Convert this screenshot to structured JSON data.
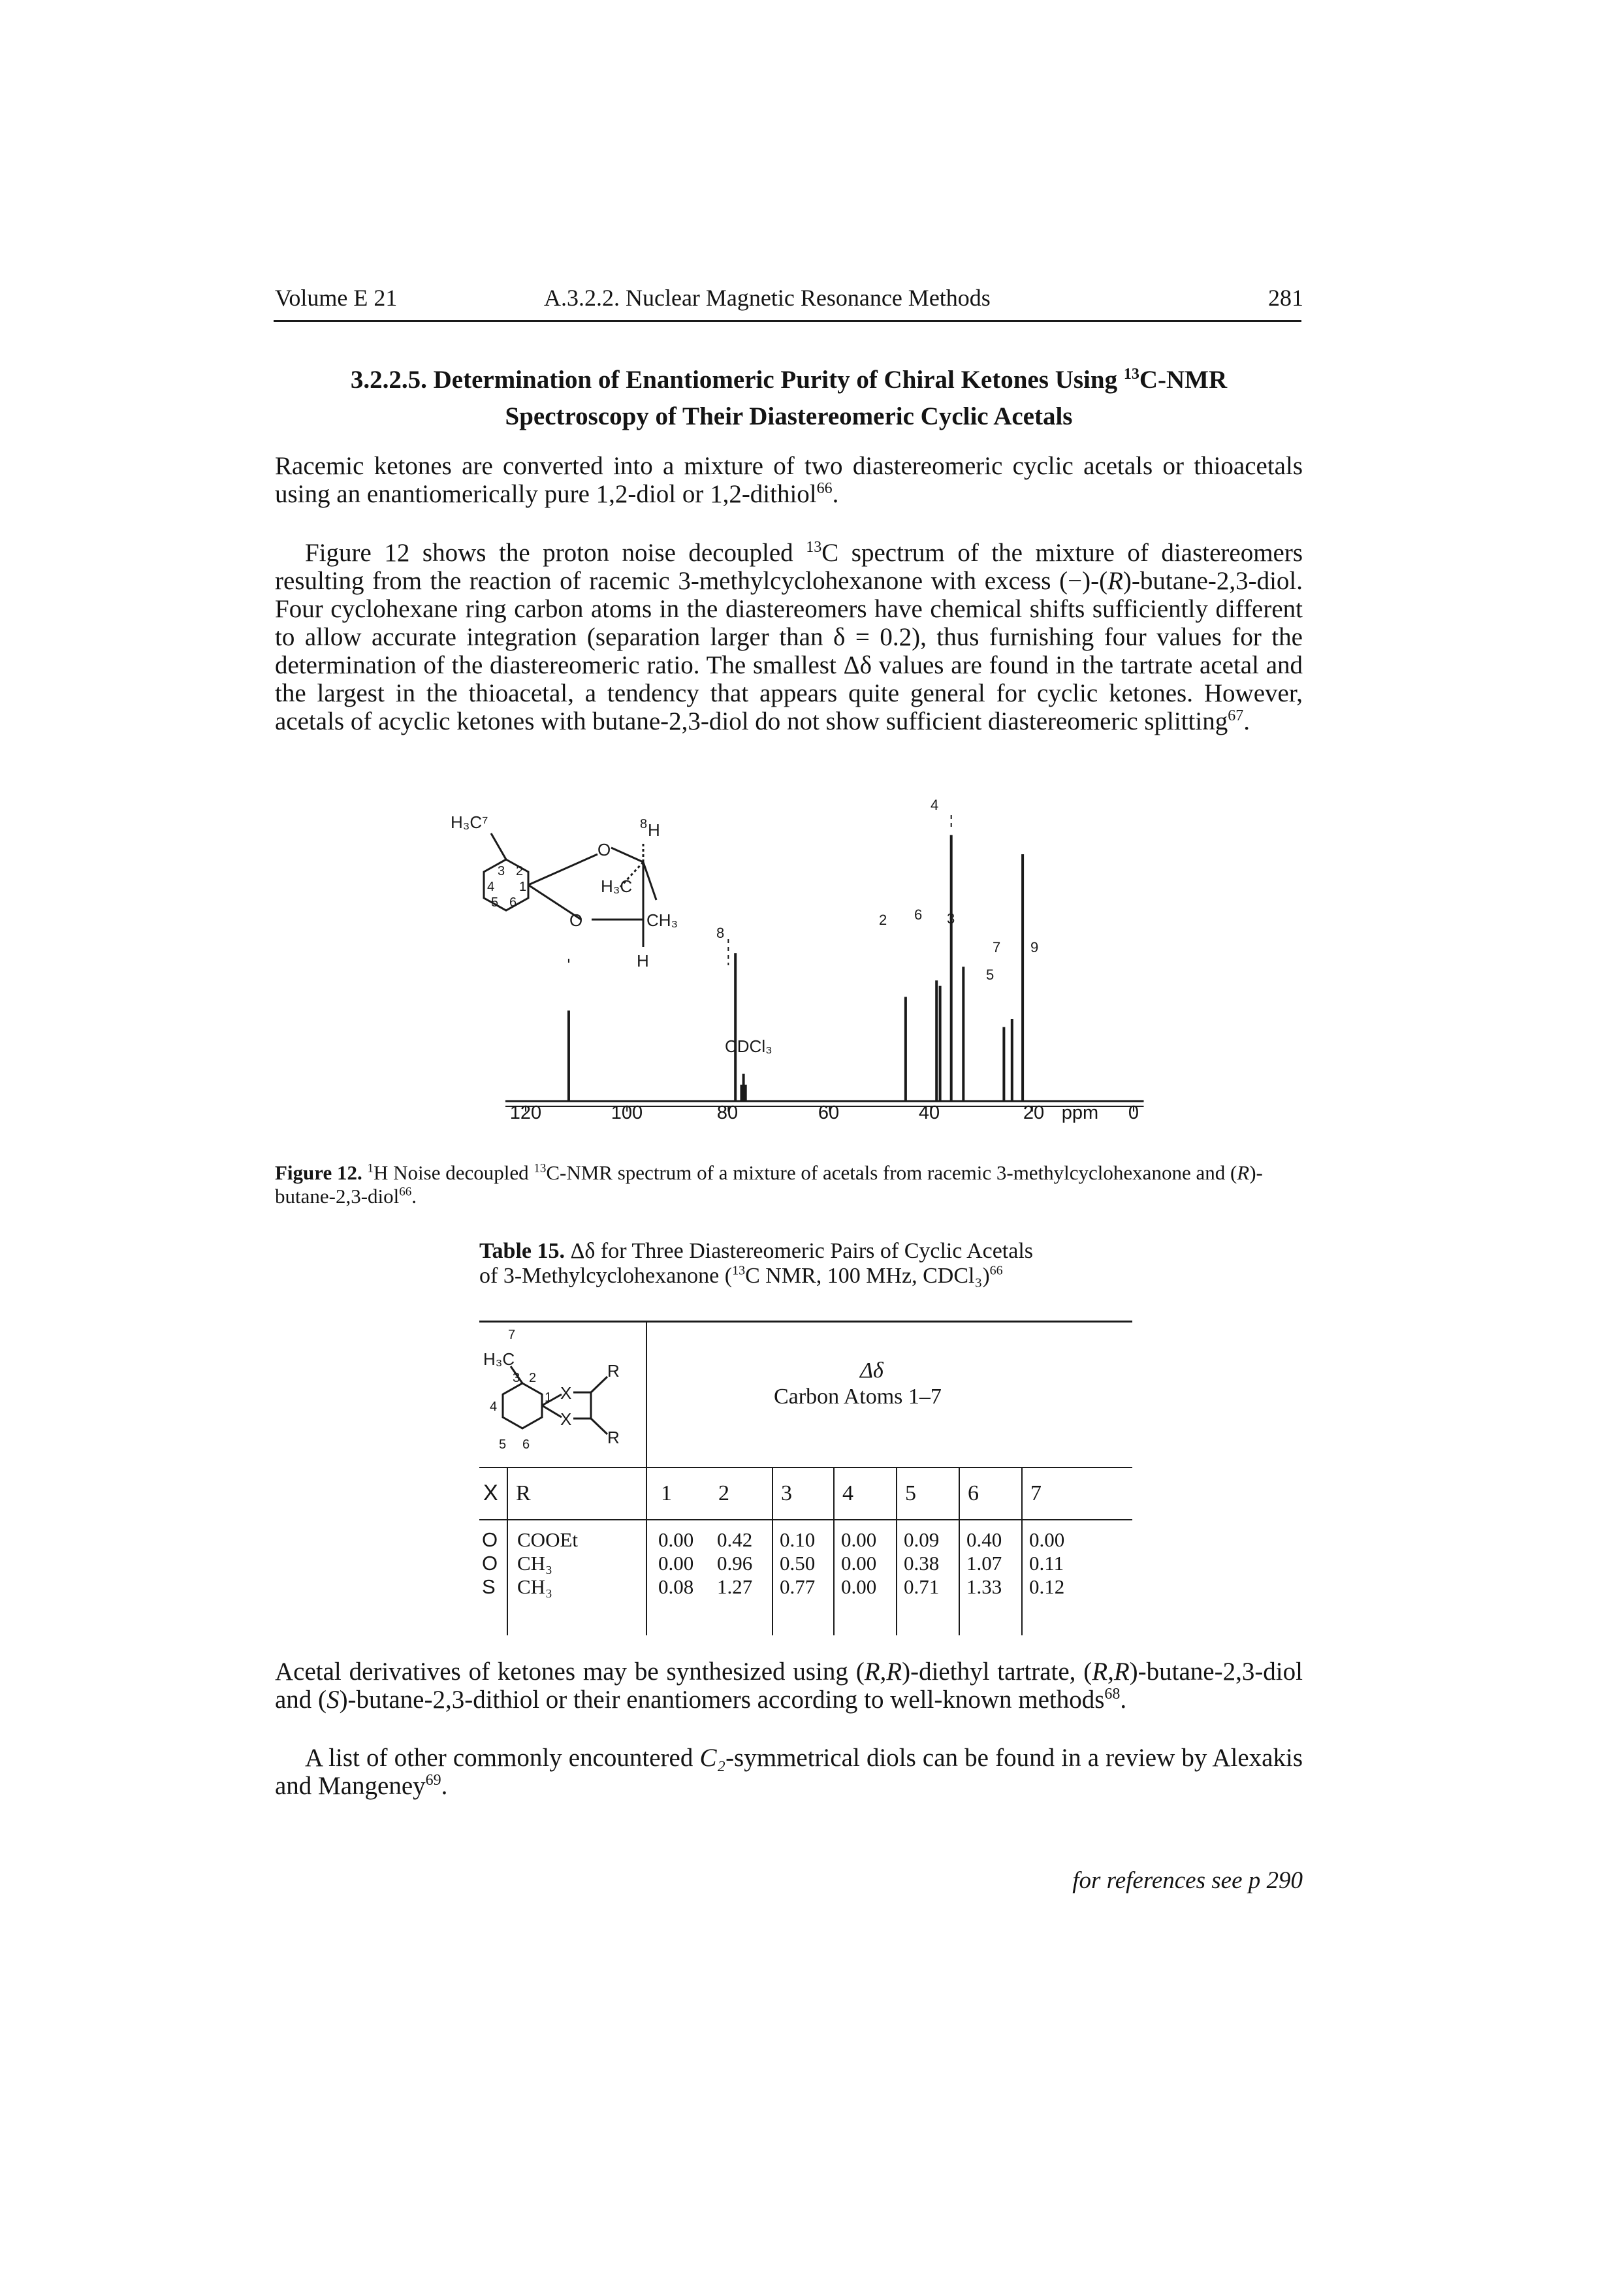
{
  "header": {
    "volume": "Volume E 21",
    "section": "A.3.2.2. Nuclear Magnetic Resonance Methods",
    "page_number": "281"
  },
  "section_heading": {
    "number": "3.2.2.5.",
    "title_a": "Determination of Enantiomeric Purity of Chiral Ketones Using ",
    "sup": "13",
    "title_b": "C-NMR",
    "title_c": "Spectroscopy of Their Diastereomeric Cyclic Acetals"
  },
  "paragraph1": {
    "text": "Racemic ketones are converted into a mixture of two diastereomeric cyclic acetals or thioacetals using an enantiomerically pure 1,2-diol or 1,2-dithiol",
    "ref": "66",
    "end": "."
  },
  "paragraph2": {
    "a": "Figure 12 shows the proton noise decoupled ",
    "sup": "13",
    "b": "C spectrum of the mixture of diastereomers resulting from the reaction of racemic 3-methylcyclohexanone with excess (−)-(",
    "italic_r": "R",
    "c": ")-butane-2,3-diol. Four cyclohexane ring carbon atoms in the diastereomers have chemical shifts sufficiently different to allow accurate integration (separation larger than δ = 0.2), thus furnishing four values for the determination of the diastereomeric ratio. The smallest Δδ values are found in the tartrate acetal and the largest in the thioacetal, a tendency that appears quite general for cyclic ketones. However, acetals of acyclic ketones with butane-2,3-diol do not show sufficient diastereomeric splitting",
    "ref": "67",
    "end": "."
  },
  "figure": {
    "structure_labels": {
      "methyl_top": "H₃C⁷",
      "ring_numbers": [
        "3",
        "2",
        "4",
        "1",
        "5",
        "6"
      ],
      "oxygen_top": "O",
      "oxygen_bottom": "O",
      "methyl_mid": "H₃C",
      "methyl_right": "CH₃",
      "h_top": "H",
      "h_bottom": "H",
      "c8": "8"
    },
    "spectrum_labels": {
      "cdcl3": "CDCl₃",
      "p8": "8",
      "p4": "4",
      "p2": "2",
      "p6": "6",
      "p3": "3",
      "p7": "7",
      "p5": "5",
      "p9": "9"
    },
    "axis_ticks": [
      "120",
      "100",
      "80",
      "60",
      "40",
      "20",
      "ppm",
      "0"
    ]
  },
  "chart_data": {
    "type": "line",
    "xlabel": "ppm",
    "xlim": [
      120,
      0
    ],
    "x_ticks": [
      120,
      100,
      80,
      60,
      40,
      20,
      0
    ],
    "peaks": [
      {
        "label": "",
        "ppm": 111.5,
        "height": 0.33
      },
      {
        "label": "8",
        "ppm": 78.6,
        "height": 0.54
      },
      {
        "label": "CDCl₃",
        "ppm": 77.0,
        "height": 0.1
      },
      {
        "label": "",
        "ppm": 77.4,
        "height": 0.06
      },
      {
        "label": "",
        "ppm": 76.6,
        "height": 0.06
      },
      {
        "label": "2",
        "ppm": 45.0,
        "height": 0.38
      },
      {
        "label": "6",
        "ppm": 38.9,
        "height": 0.44
      },
      {
        "label": "",
        "ppm": 38.2,
        "height": 0.42
      },
      {
        "label": "4",
        "ppm": 36.0,
        "height": 0.97
      },
      {
        "label": "3",
        "ppm": 33.6,
        "height": 0.49
      },
      {
        "label": "7",
        "ppm": 25.6,
        "height": 0.27
      },
      {
        "label": "5",
        "ppm": 24.0,
        "height": 0.3
      },
      {
        "label": "9",
        "ppm": 21.9,
        "height": 0.9
      }
    ]
  },
  "figure_caption": {
    "label": "Figure 12.",
    "sup1": "1",
    "a": "H Noise decoupled ",
    "sup2": "13",
    "b": "C-NMR spectrum of a mixture of acetals from racemic 3-methylcyclohexanone and (",
    "italic_r": "R",
    "c": ")-butane-2,3-diol",
    "ref": "66",
    "end": "."
  },
  "table": {
    "caption_label": "Table 15.",
    "caption_a": " Δδ for Three Diastereomeric Pairs of Cyclic Acetals",
    "caption_b": "of 3-Methylcyclohexanone (",
    "caption_sup": "13",
    "caption_c": "C NMR, 100 MHz, CDCl₃)",
    "caption_ref": "66",
    "head_symbol": "Δδ",
    "head_text": "Carbon Atoms 1–7",
    "struct_labels": {
      "c7": "7",
      "h3c": "H₃C",
      "n3": "3",
      "n2": "2",
      "n1": "1",
      "n4": "4",
      "n5": "5",
      "n6": "6",
      "x1": "X",
      "x2": "X",
      "r1": "R",
      "r2": "R"
    },
    "col_x": "X",
    "col_r": "R",
    "carbon_cols": [
      "1",
      "2",
      "3",
      "4",
      "5",
      "6",
      "7"
    ],
    "rows": [
      {
        "x": "O",
        "r": "COOEt",
        "vals": [
          "0.00",
          "0.42",
          "0.10",
          "0.00",
          "0.09",
          "0.40",
          "0.00"
        ]
      },
      {
        "x": "O",
        "r": "CH₃",
        "vals": [
          "0.00",
          "0.96",
          "0.50",
          "0.00",
          "0.38",
          "1.07",
          "0.11"
        ]
      },
      {
        "x": "S",
        "r": "CH₃",
        "vals": [
          "0.08",
          "1.27",
          "0.77",
          "0.00",
          "0.71",
          "1.33",
          "0.12"
        ]
      }
    ]
  },
  "paragraph3": {
    "a": "Acetal derivatives of ketones may be synthesized using (",
    "i1": "R,R",
    "b": ")-diethyl tartrate, (",
    "i2": "R,R",
    "c": ")-butane-2,3-diol and (",
    "i3": "S",
    "d": ")-butane-2,3-dithiol or their enantiomers according to well-known methods",
    "ref": "68",
    "end": "."
  },
  "paragraph4": {
    "a": "A list of other commonly encountered ",
    "c2": "C₂",
    "b": "-symmetrical diols can be found in a review by Alexakis and Mangeney",
    "ref": "69",
    "end": "."
  },
  "footer": "for references see p 290"
}
